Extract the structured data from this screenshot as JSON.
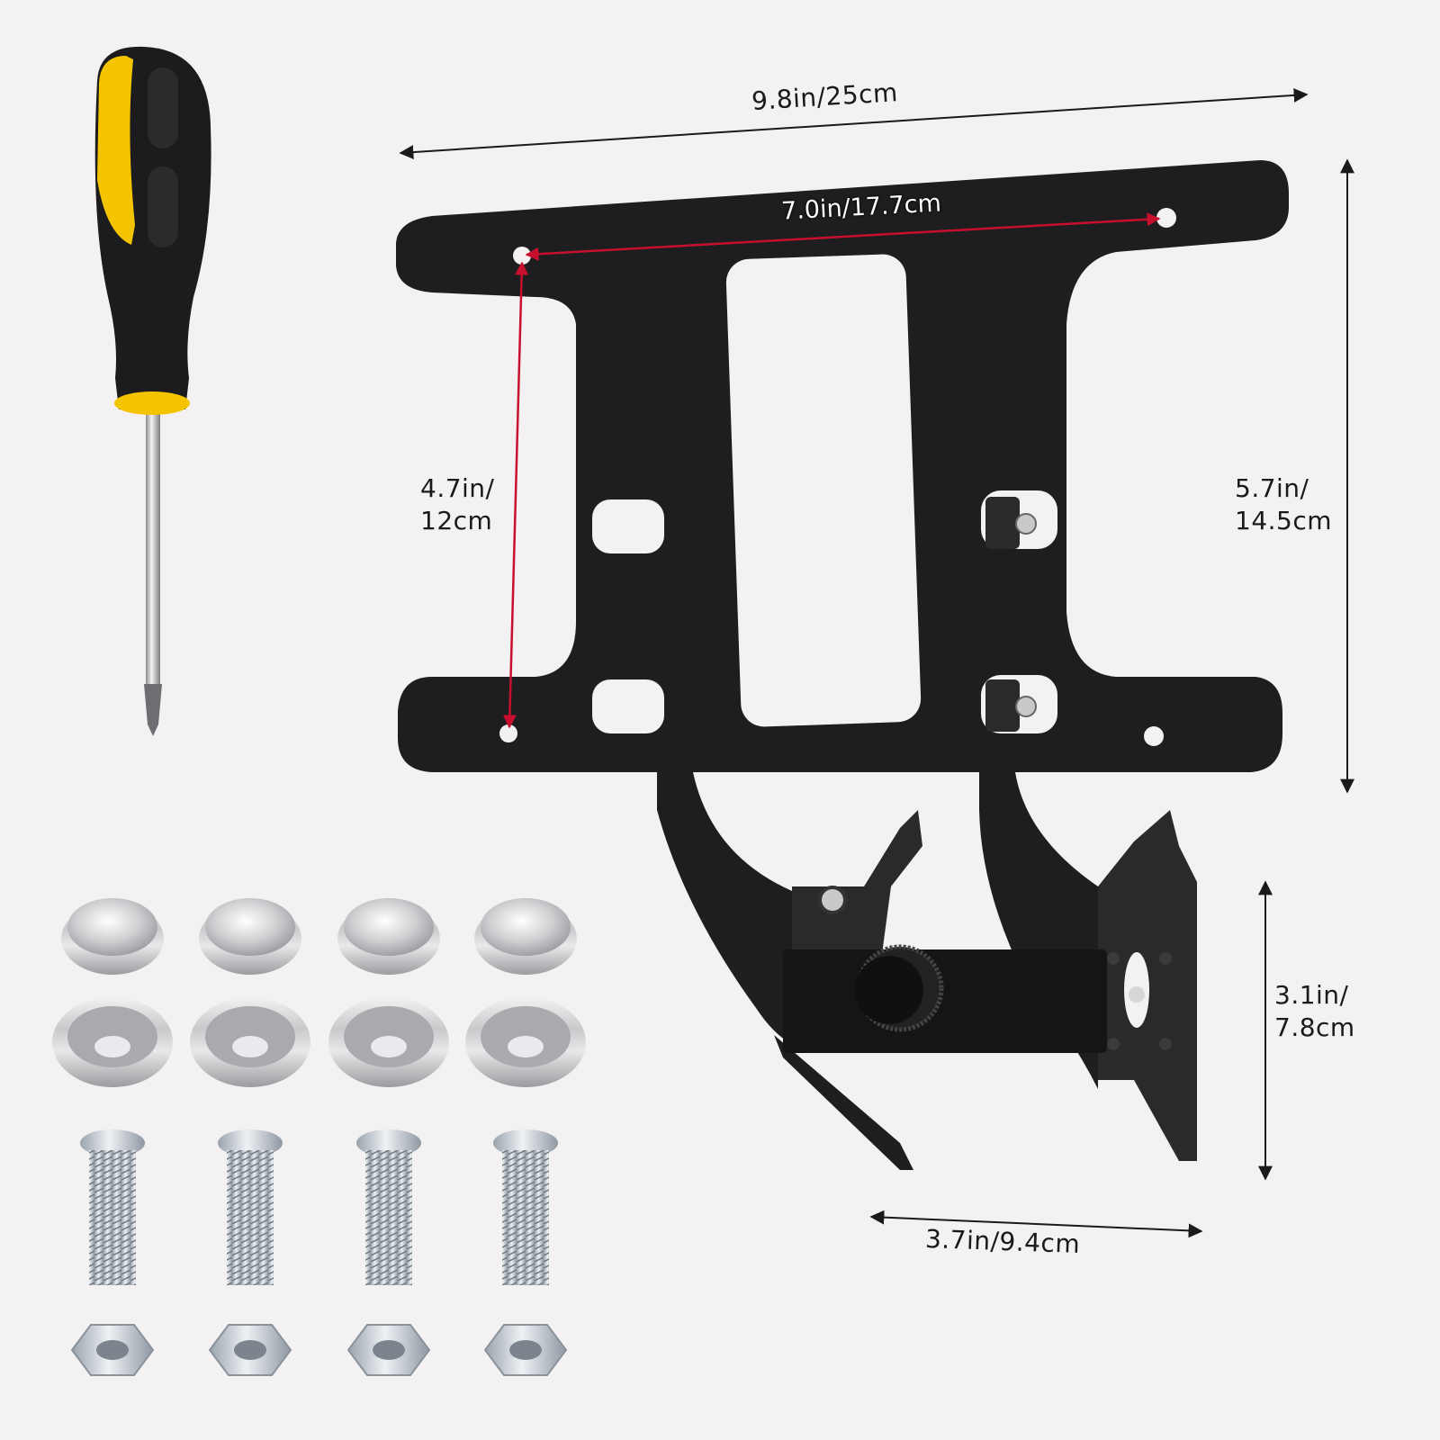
{
  "scene": {
    "description": "Product photo: black steel license-plate mounting bracket with dimension annotations, a Phillips screwdriver, and chrome screw caps, caps bases, screws and hex nuts",
    "background_color": "#f4f1f2",
    "bracket_color": "#1e1e20",
    "accent_color": "#f5c400",
    "annotation_line_color": "#1a1a1a",
    "inner_annotation_color": "#c8102e"
  },
  "dimensions": {
    "overall_width": "9.8in/25cm",
    "hole_spacing_horizontal": "7.0in/17.7cm",
    "hole_spacing_vertical": {
      "line1": "4.7in/",
      "line2": "12cm"
    },
    "overall_height": {
      "line1": "5.7in/",
      "line2": "14.5cm"
    },
    "mount_height": {
      "line1": "3.1in/",
      "line2": "7.8cm"
    },
    "mount_width": "3.7in/9.4cm"
  },
  "hardware": {
    "screwdriver": {
      "type": "phillips",
      "handle_colors": [
        "#1c1c1e",
        "#f5c400"
      ]
    },
    "screw_caps_count": 4,
    "cap_bases_count": 4,
    "screws_count": 4,
    "hex_nuts_count": 4
  }
}
